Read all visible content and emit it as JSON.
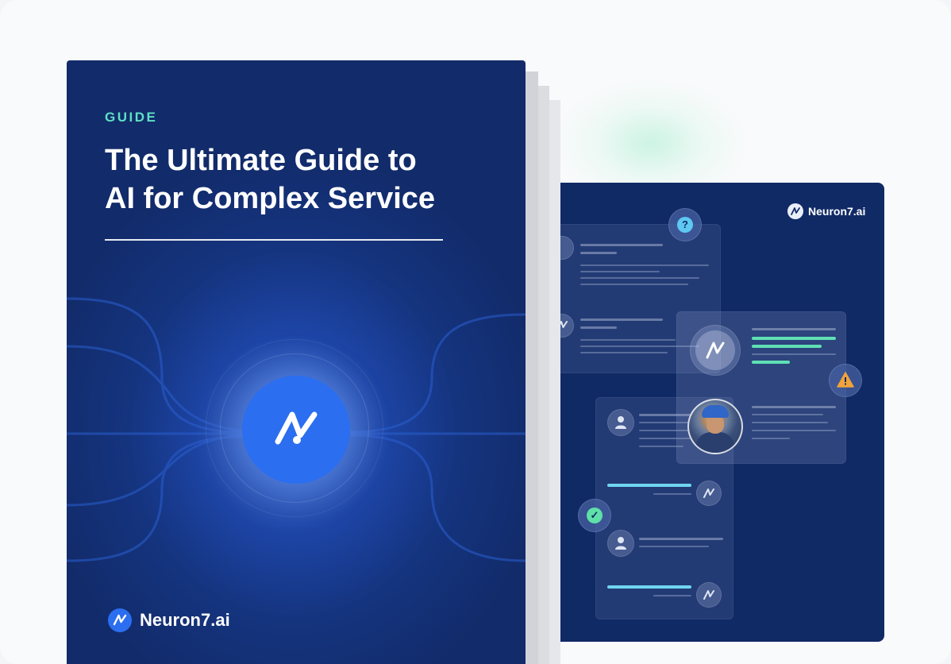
{
  "cover": {
    "label": "GUIDE",
    "title_line1": "The Ultimate Guide to",
    "title_line2": "AI for Complex Service",
    "brand": "Neuron7.ai",
    "logo_icon": "neuron7-logo-icon",
    "colors": {
      "background": "#15347f",
      "accent": "#2b6ef0",
      "label": "#5fe0c6"
    }
  },
  "panel": {
    "brand": "Neuron7.ai",
    "icons": [
      "question-icon",
      "warning-icon",
      "check-icon",
      "user-icon",
      "neuron7-logo-icon"
    ],
    "colors": {
      "background": "#102a66",
      "teal": "#5fe0b4",
      "cyan": "#6fd6ef",
      "warning": "#f0a33a"
    }
  },
  "glyphs": {
    "question": "?",
    "warning": "!",
    "check": "✓"
  }
}
